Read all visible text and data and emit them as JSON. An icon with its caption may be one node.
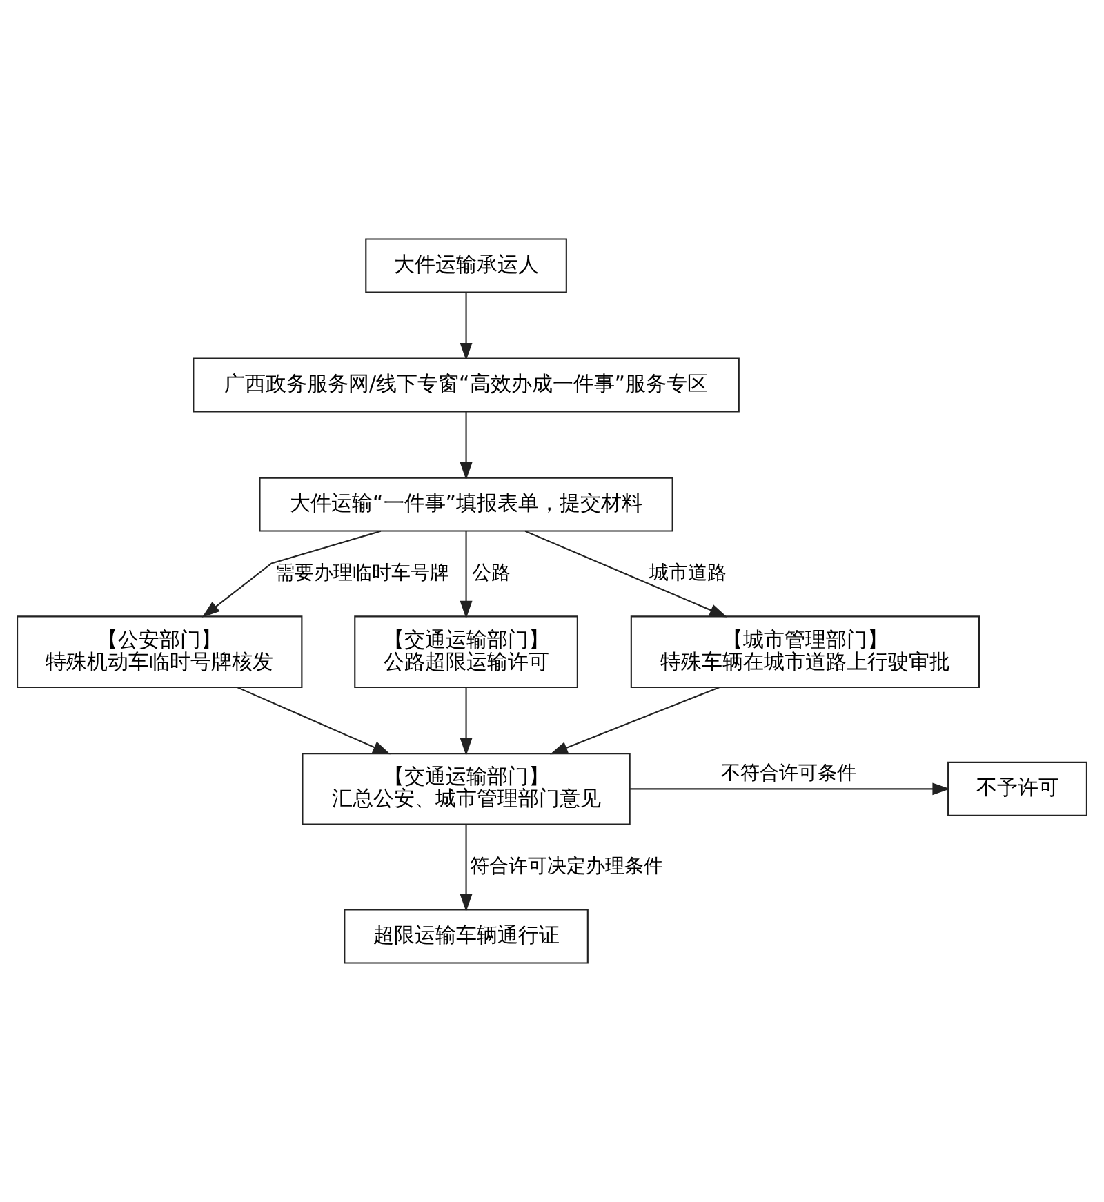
{
  "diagram": {
    "nodes": [
      {
        "text": [
          "大件运输承运人"
        ]
      },
      {
        "text": [
          "广西政务服务网/线下专窗“高效办成一件事”服务专区"
        ]
      },
      {
        "text": [
          "大件运输“一件事”填报表单，提交材料"
        ]
      },
      {
        "text": [
          "【公安部门】",
          "特殊机动车临时号牌核发"
        ]
      },
      {
        "text": [
          "【交通运输部门】",
          "公路超限运输许可"
        ]
      },
      {
        "text": [
          "【城市管理部门】",
          "特殊车辆在城市道路上行驶审批"
        ]
      },
      {
        "text": [
          "【交通运输部门】",
          "汇总公安、城市管理部门意见"
        ]
      },
      {
        "text": [
          "不予许可"
        ]
      },
      {
        "text": [
          "超限运输车辆通行证"
        ]
      }
    ],
    "edges": [
      {
        "from": 0,
        "to": 1,
        "arrow": "to"
      },
      {
        "from": 1,
        "to": 2,
        "arrow": "to"
      },
      {
        "from": 2,
        "to": 3,
        "arrow": "to",
        "label": "需要办理临时车号牌"
      },
      {
        "from": 2,
        "to": 4,
        "arrow": "to",
        "label": "公路"
      },
      {
        "from": 2,
        "to": 5,
        "arrow": "to",
        "label": "城市道路"
      },
      {
        "from": 3,
        "to": 6,
        "arrow": "to"
      },
      {
        "from": 4,
        "to": 6,
        "arrow": "to"
      },
      {
        "from": 5,
        "to": 6,
        "arrow": "to"
      },
      {
        "from": 6,
        "to": 7,
        "arrow": "to",
        "label": "不符合许可条件"
      },
      {
        "from": 6,
        "to": 8,
        "arrow": "to",
        "label": "符合许可决定办理条件"
      }
    ]
  }
}
